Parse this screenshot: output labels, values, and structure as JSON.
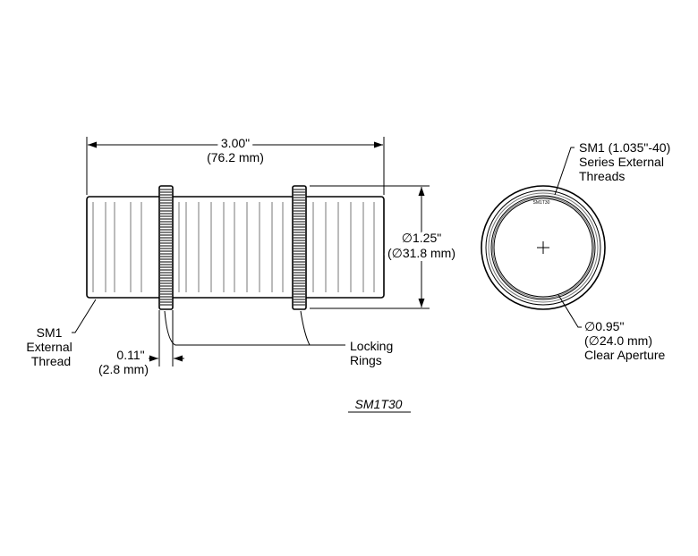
{
  "dimensions": {
    "length_in": "3.00\"",
    "length_mm": "(76.2 mm)",
    "diameter_in": "∅1.25\"",
    "diameter_mm": "(∅31.8 mm)",
    "ring_width_in": "0.11\"",
    "ring_width_mm": "(2.8 mm)",
    "aperture_in": "∅0.95\"",
    "aperture_mm": "(∅24.0 mm)"
  },
  "labels": {
    "external_thread": [
      "SM1",
      "External",
      "Thread"
    ],
    "locking_rings": [
      "Locking",
      "Rings"
    ],
    "series_threads": [
      "SM1 (1.035\"-40)",
      "Series External",
      "Threads"
    ],
    "clear_aperture": "Clear Aperture",
    "part_number": "SM1T30",
    "ring_engraving": "SM1T30"
  },
  "colors": {
    "line": "#000000",
    "detail": "#777777",
    "background": "#ffffff"
  }
}
